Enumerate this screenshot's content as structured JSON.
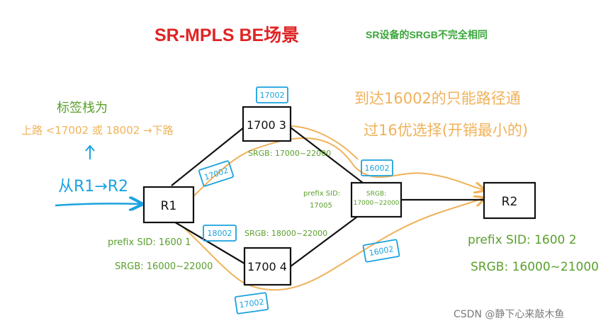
{
  "title": "SR-MPLS BE场景",
  "subtitle": "SR设备的SRGB不完全相同",
  "watermark": "CSDN @静下心来敲木鱼",
  "colors": {
    "title": "#e02424",
    "subtitle": "#3aa63a",
    "green_notes": "#5aa02c",
    "blue_labels": "#1aa3e0",
    "orange_notes": "#f0b25a",
    "links": "#111111"
  },
  "nodes": {
    "r1": "R1",
    "top": "1700 3",
    "bottom": "1700 4",
    "right_mid": "SRGB:\n17000~22000",
    "r2": "R2"
  },
  "notes": {
    "label_stack_heading": "标签栈为",
    "label_stack_detail": "上路 <17002 或 18002 →下路",
    "up_arrow": "↑",
    "from_r1_to_r2": "从R1→R2",
    "srgb_top": "SRGB: 17000~22000",
    "srgb_bottom": "SRGB: 18000~22000",
    "prefix_mid": "prefix SID:\n17005",
    "prefix_r1": "prefix SID: 1600 1",
    "srgb_r1": "SRGB: 16000~22000",
    "prefix_r2": "prefix SID: 1600 2",
    "srgb_r2": "SRGB: 16000~21000",
    "orange_line1": "到达16002的只能路径通",
    "orange_line2": "过16优选择(开销最小的)"
  },
  "blue_labels": {
    "top_node": "17002",
    "r1_upper": "17002",
    "r1_lower": "18002",
    "right_mid": "16002",
    "below_right": "16002",
    "bottom_path": "17002"
  }
}
